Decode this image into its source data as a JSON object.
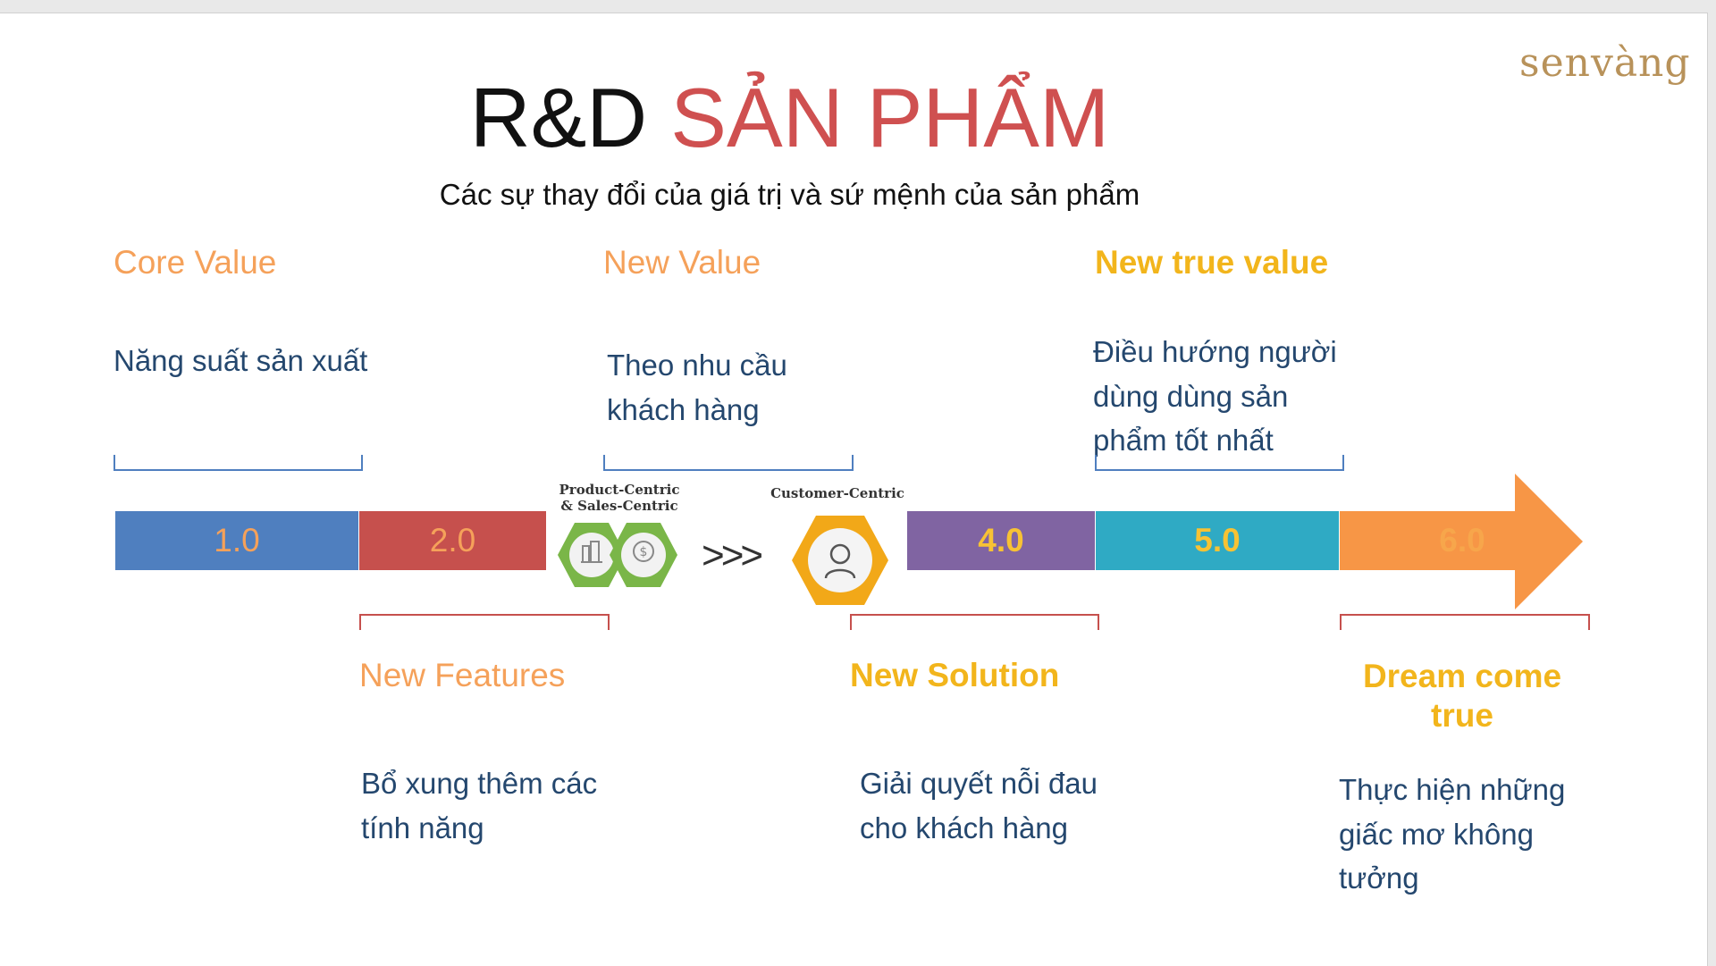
{
  "logo": "senvàng",
  "title": {
    "part1": "R&D",
    "part2": "SẢN PHẨM"
  },
  "subtitle": "Các sự thay đổi của giá trị và sứ mệnh của sản phẩm",
  "colors": {
    "blue": "#4f7fbf",
    "red": "#c6504d",
    "purple": "#8064a2",
    "teal": "#2faac4",
    "orange": "#f79646",
    "green": "#7ab648",
    "gold": "#f2a818",
    "orange_text": "#f5a15a",
    "gold_text": "#f2b51c",
    "navy_text": "#24476e"
  },
  "top_stages": [
    {
      "heading": "Core Value",
      "desc_lines": [
        "Năng suất sản xuất"
      ]
    },
    {
      "heading": "New Value",
      "desc_lines": [
        "Theo nhu cầu",
        "khách hàng"
      ]
    },
    {
      "heading": "New true value",
      "desc_lines": [
        "Điều hướng người",
        "dùng dùng sản",
        "phẩm tốt nhất"
      ]
    }
  ],
  "bottom_stages": [
    {
      "heading": "New Features",
      "desc_lines": [
        "Bổ xung thêm các",
        "tính năng"
      ]
    },
    {
      "heading": "New Solution",
      "desc_lines": [
        "Giải quyết nỗi đau",
        "cho khách hàng"
      ]
    },
    {
      "heading_lines": [
        "Dream come",
        "true"
      ],
      "desc_lines": [
        "Thực hiện những",
        "giấc mơ không",
        "tưởng"
      ]
    }
  ],
  "segments": [
    "1.0",
    "2.0",
    "4.0",
    "5.0",
    "6.0"
  ],
  "hex_labels": {
    "product": [
      "Product-Centric",
      "& Sales-Centric"
    ],
    "customer": "Customer-Centric"
  },
  "arrows_text": ">>>",
  "icons": [
    "building-icon",
    "dollar-coin-icon",
    "person-icon"
  ]
}
